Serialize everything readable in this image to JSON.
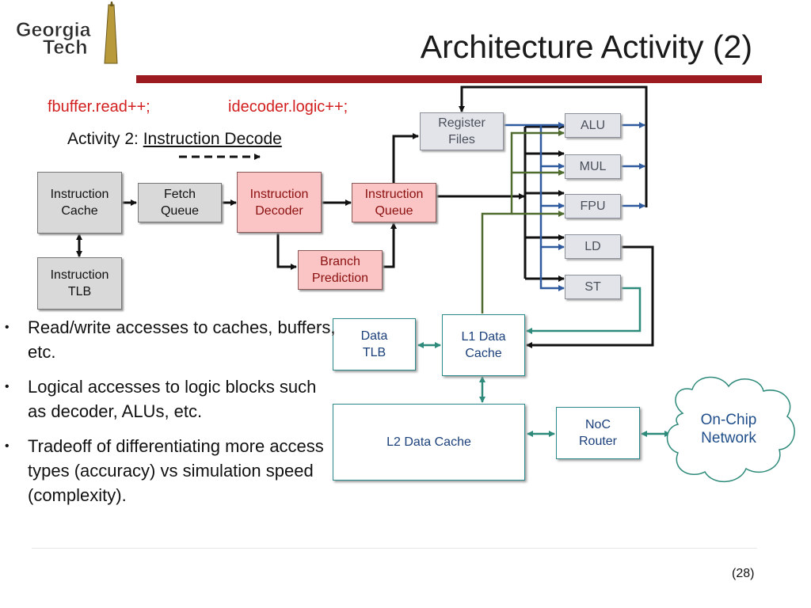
{
  "logo": {
    "line1": "Georgia",
    "line2": "Tech"
  },
  "title": "Architecture Activity (2)",
  "code": {
    "left": "fbuffer.read++;",
    "right": "idecoder.logic++;"
  },
  "activity": {
    "prefix": "Activity 2: ",
    "highlight": "Instruction Decode"
  },
  "blocks": {
    "instruction_cache": {
      "line1": "Instruction",
      "line2": "Cache"
    },
    "fetch_queue": {
      "line1": "Fetch",
      "line2": "Queue"
    },
    "instruction_decoder": {
      "line1": "Instruction",
      "line2": "Decoder"
    },
    "instruction_queue": {
      "line1": "Instruction",
      "line2": "Queue"
    },
    "branch_prediction": {
      "line1": "Branch",
      "line2": "Prediction"
    },
    "instruction_tlb": {
      "line1": "Instruction",
      "line2": "TLB"
    },
    "register_files": {
      "line1": "Register",
      "line2": "Files"
    },
    "alu": "ALU",
    "mul": "MUL",
    "fpu": "FPU",
    "ld": "LD",
    "st": "ST",
    "data_tlb": {
      "line1": "Data",
      "line2": "TLB"
    },
    "l1_data_cache": {
      "line1": "L1 Data",
      "line2": "Cache"
    },
    "l2_data_cache": "L2 Data Cache",
    "noc_router": {
      "line1": "NoC",
      "line2": "Router"
    },
    "on_chip_network": {
      "line1": "On-Chip",
      "line2": "Network"
    }
  },
  "bullets": [
    "Read/write accesses to caches, buffers, etc.",
    "Logical accesses to logic blocks such as decoder, ALUs, etc.",
    "Tradeoff of differentiating more access types (accuracy) vs simulation speed (complexity)."
  ],
  "page_number": "(28)",
  "colors": {
    "title_bar": "#9b1b20",
    "code_text": "#d21f1f",
    "blue_arrow": "#2f5a9e",
    "green_arrow": "#4f6b2f",
    "teal_arrow": "#2e8a7a"
  }
}
